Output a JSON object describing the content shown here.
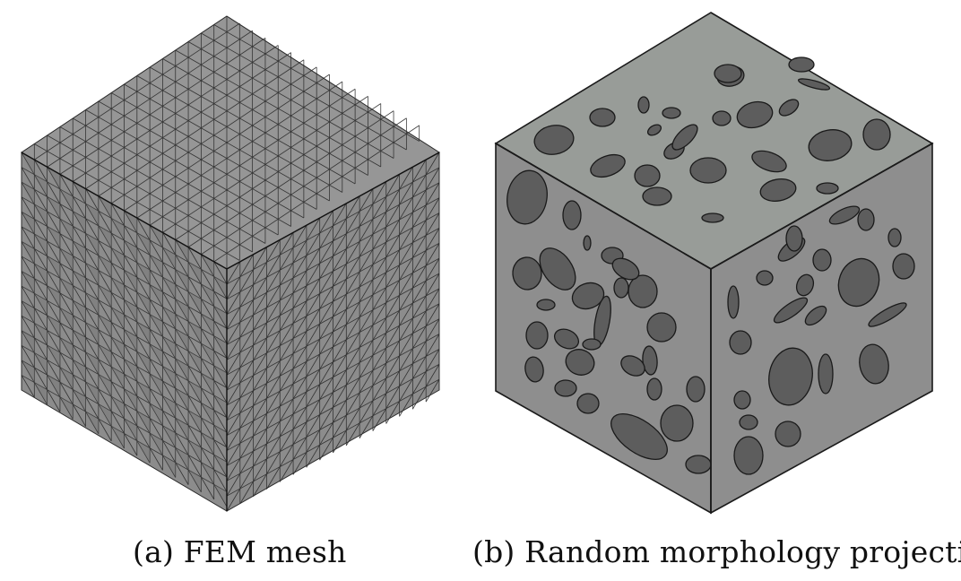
{
  "figure": {
    "panels": [
      {
        "id": "a",
        "caption": "(a) FEM mesh"
      },
      {
        "id": "b",
        "caption": "(b) Random morphology projection"
      }
    ],
    "colors": {
      "mesh_face": "#8c8c8c",
      "mesh_top": "#969696",
      "mesh_line": "#2a2a2a",
      "matrix_top": "#989c98",
      "matrix_left": "#8e8e8e",
      "matrix_right": "#8e8e8e",
      "inclusion": "#5d5d5d",
      "outline": "#1a1a1a"
    }
  }
}
